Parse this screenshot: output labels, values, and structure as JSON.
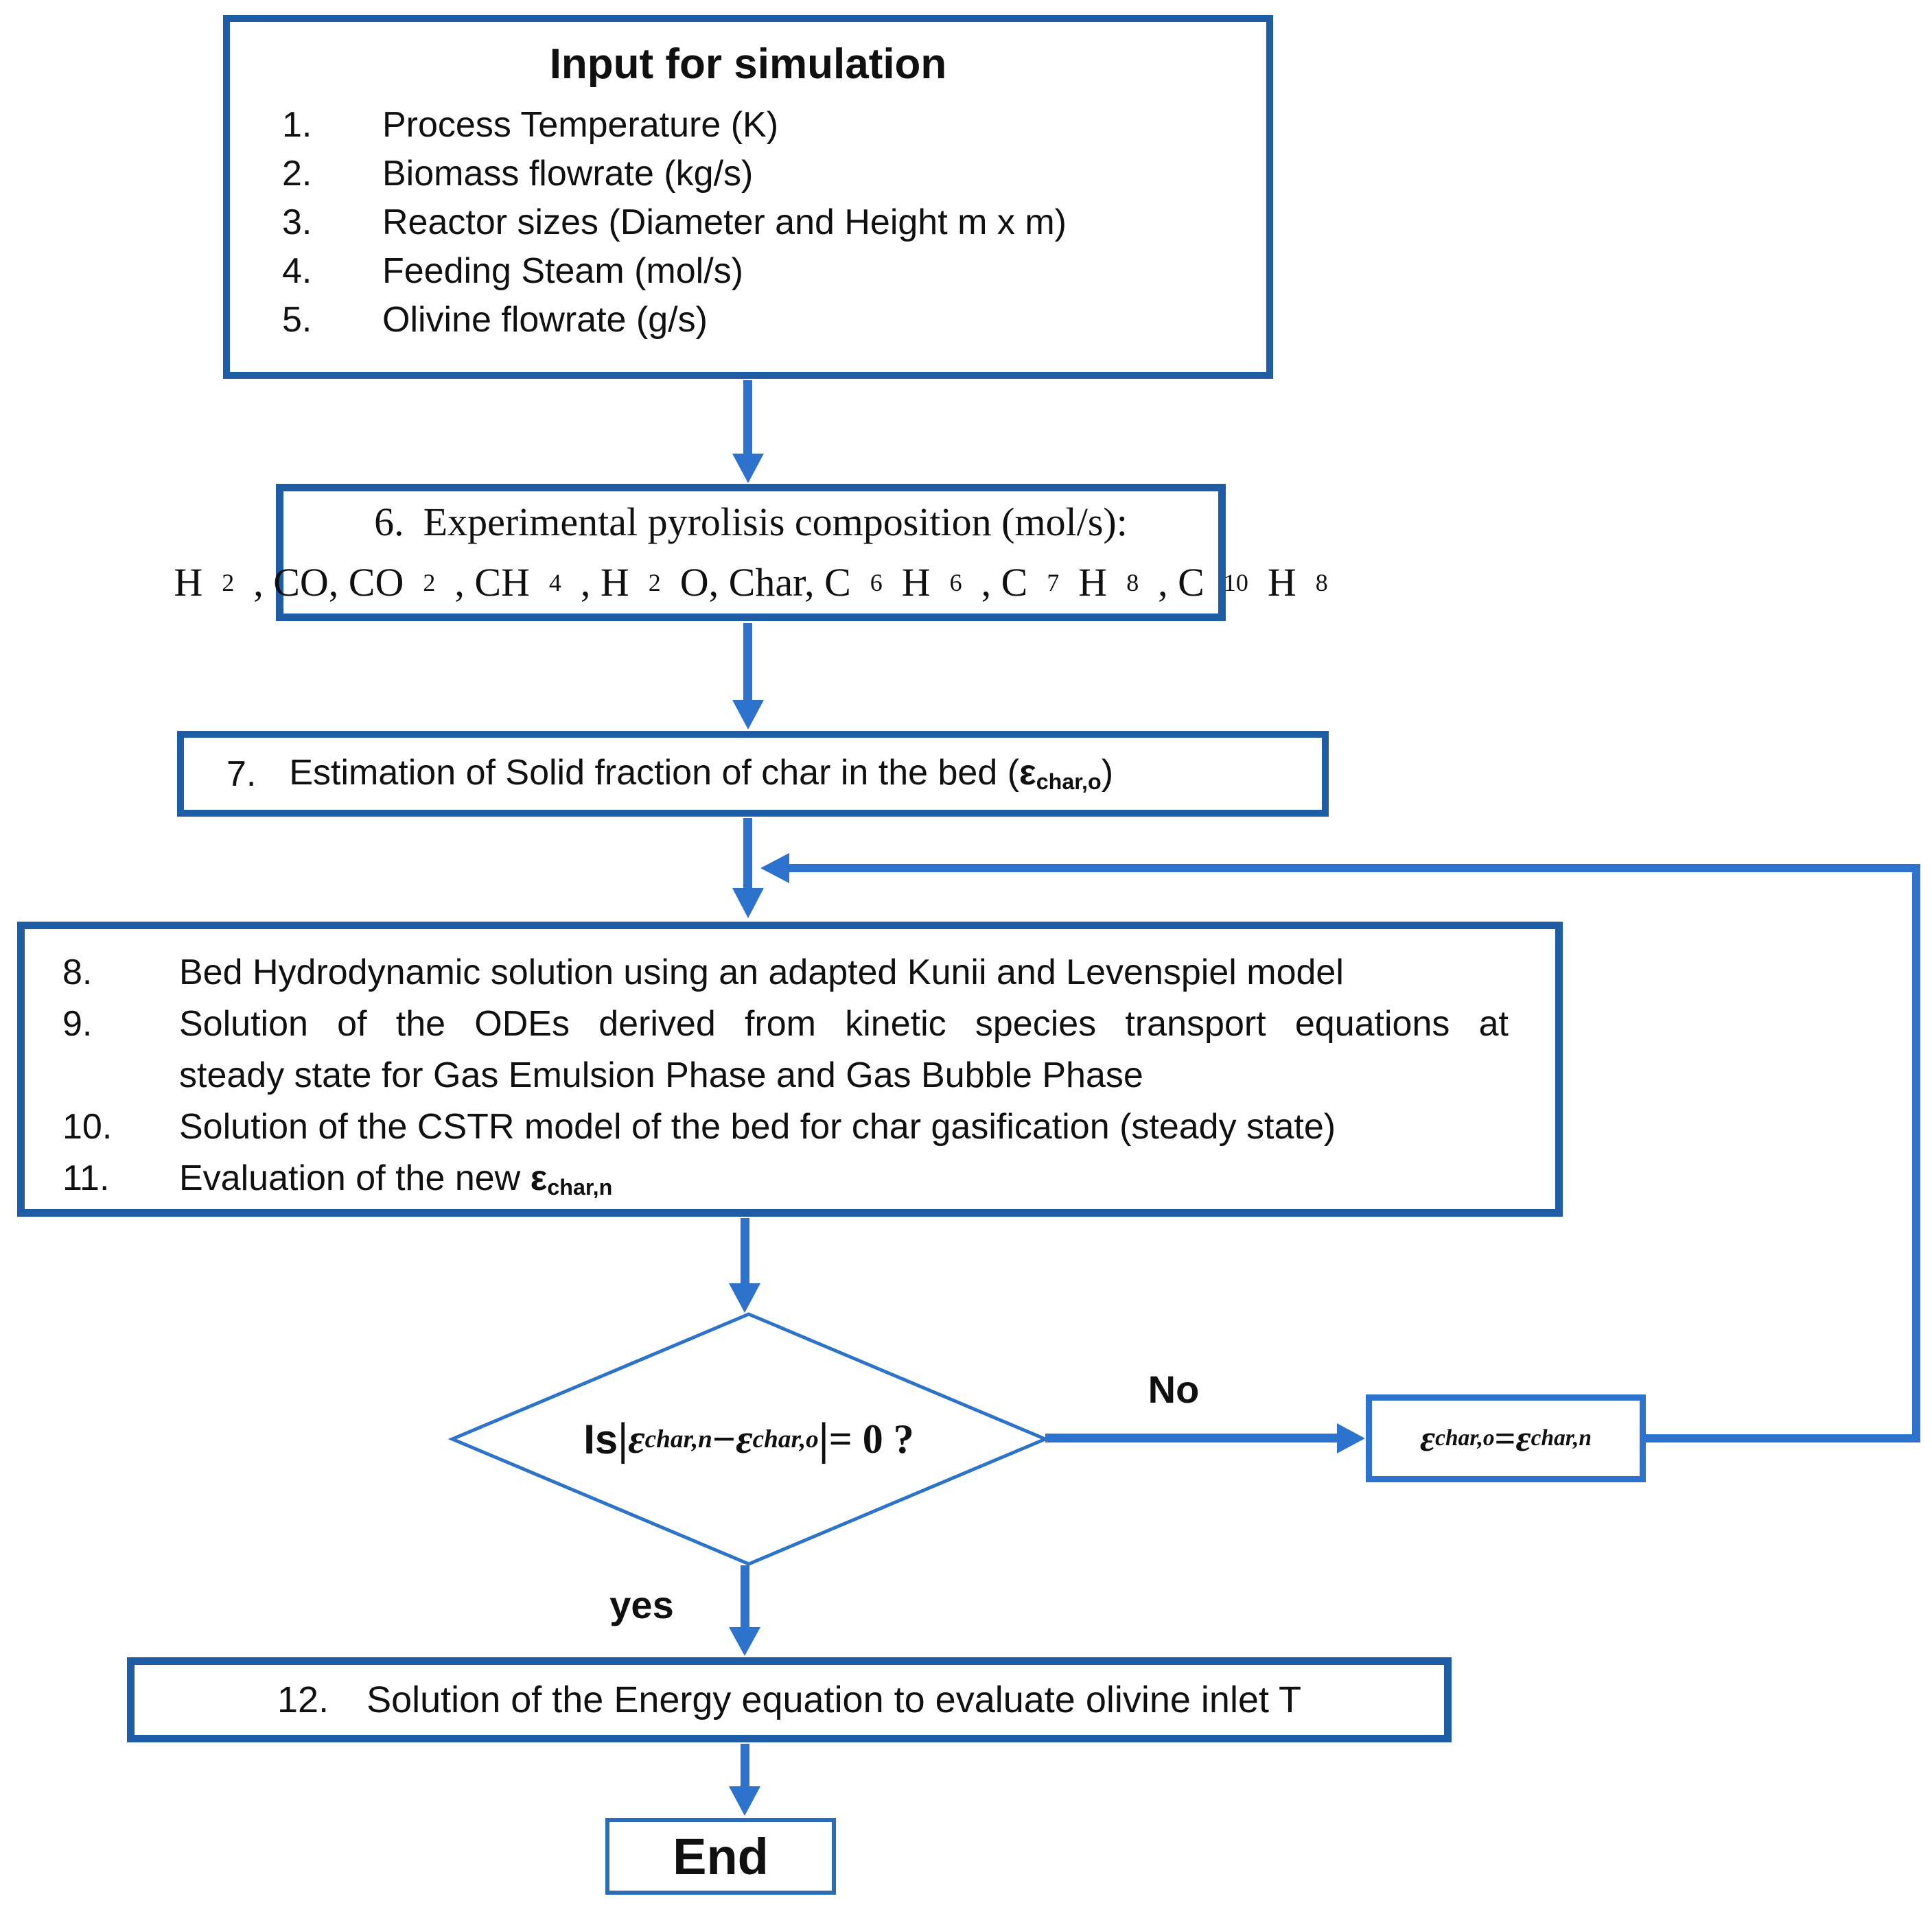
{
  "colors": {
    "border": "#1f5ca6",
    "arrow": "#2d73cd",
    "diamond": "#2d73c8",
    "endborder": "#2b6cb2",
    "text": "#101010"
  },
  "input_box": {
    "title": "Input for simulation",
    "items": [
      {
        "num": "1.",
        "text": "Process Temperature (K)"
      },
      {
        "num": "2.",
        "text": "Biomass flowrate (kg/s)"
      },
      {
        "num": "3.",
        "text": "Reactor sizes (Diameter and Height m x m)"
      },
      {
        "num": "4.",
        "text": "Feeding Steam (mol/s)"
      },
      {
        "num": "5.",
        "text": "Olivine flowrate (g/s)"
      }
    ]
  },
  "pyrolysis_box": {
    "num": "6.",
    "line1": "Experimental pyrolisis composition (mol/s):",
    "line2": [
      {
        "t": "H"
      },
      {
        "t": "2",
        "c": "sub"
      },
      {
        "t": ", CO, CO"
      },
      {
        "t": "2",
        "c": "sub"
      },
      {
        "t": ", CH"
      },
      {
        "t": "4",
        "c": "sub"
      },
      {
        "t": ", H"
      },
      {
        "t": "2",
        "c": "sub"
      },
      {
        "t": "O, Char, C"
      },
      {
        "t": "6",
        "c": "sub"
      },
      {
        "t": "H"
      },
      {
        "t": "6",
        "c": "sub"
      },
      {
        "t": ", C"
      },
      {
        "t": "7",
        "c": "sub"
      },
      {
        "t": "H"
      },
      {
        "t": "8",
        "c": "sub"
      },
      {
        "t": ", C"
      },
      {
        "t": "10",
        "c": "sub"
      },
      {
        "t": "H"
      },
      {
        "t": "8",
        "c": "sub"
      }
    ]
  },
  "estimation_box": {
    "num": "7.",
    "rich": [
      {
        "t": "Estimation of Solid fraction of char in the bed ("
      },
      {
        "t": "ε",
        "c": "bd"
      },
      {
        "t": "char,o",
        "c": "bd sub"
      },
      {
        "t": ")"
      }
    ]
  },
  "solver_box": {
    "item8": {
      "num": "8.",
      "text": "Bed Hydrodynamic solution using an adapted Kunii and Levenspiel model"
    },
    "item9": {
      "num": "9.",
      "line1": "Solution of the ODEs derived from kinetic species transport equations at",
      "line2": "steady state for Gas Emulsion Phase and Gas Bubble Phase"
    },
    "item10": {
      "num": "10.",
      "text": "Solution of the CSTR model of the bed for char gasification (steady state)"
    },
    "item11": {
      "num": "11.",
      "rich": [
        {
          "t": "Evaluation of the new "
        },
        {
          "t": "ε",
          "c": "bd"
        },
        {
          "t": "char,n",
          "c": "bd sub"
        }
      ]
    }
  },
  "decision": {
    "rich": [
      {
        "t": "Is ",
        "c": "bd"
      },
      {
        "t": "|",
        "c": "bar"
      },
      {
        "t": "ε",
        "c": "m"
      },
      {
        "t": "char,n",
        "c": "m sub"
      },
      {
        "t": " − ",
        "c": "mn"
      },
      {
        "t": "ε",
        "c": "m"
      },
      {
        "t": "char,o",
        "c": "m sub"
      },
      {
        "t": "|",
        "c": "bar"
      },
      {
        "t": " = 0 ?",
        "c": "mn"
      }
    ]
  },
  "labels": {
    "no": "No",
    "yes": "yes"
  },
  "assign_box": {
    "rich": [
      {
        "t": "ε",
        "c": "m"
      },
      {
        "t": "char,o",
        "c": "m sub"
      },
      {
        "t": " = ",
        "c": "mn"
      },
      {
        "t": "ε",
        "c": "m"
      },
      {
        "t": "char,n",
        "c": "m sub"
      }
    ]
  },
  "energy_box": {
    "num": "12.",
    "text": "Solution of the Energy equation to evaluate olivine inlet T"
  },
  "end_box": {
    "label": "End"
  }
}
